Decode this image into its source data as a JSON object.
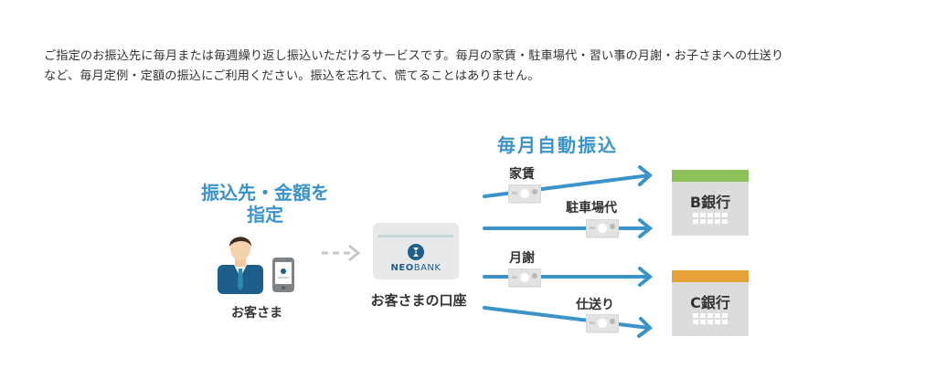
{
  "intro": {
    "line1": "ご指定のお振込先に毎月または毎週繰り返し振込いただけるサービスです。毎月の家賃・駐車場代・習い事の月謝・お子さまへの仕送り",
    "line2": "など、毎月定例・定額の振込にご利用ください。振込を忘れて、慌てることはありません。"
  },
  "diagram": {
    "left_title_line1": "振込先・金額を",
    "left_title_line2": "指定",
    "customer_label": "お客さま",
    "account_label": "お客さまの口座",
    "account_logo_bold": "NEO",
    "account_logo_light": "BANK",
    "auto_title": "毎月自動振込",
    "transfers": [
      {
        "label": "家賃",
        "target": "B銀行"
      },
      {
        "label": "駐車場代",
        "target": "B銀行"
      },
      {
        "label": "月謝",
        "target": "C銀行"
      },
      {
        "label": "仕送り",
        "target": "C銀行"
      }
    ],
    "banks": [
      {
        "name": "B銀行",
        "color": "#8ec15a"
      },
      {
        "name": "C銀行",
        "color": "#e8a23a"
      }
    ],
    "accent_color": "#3a93c9"
  }
}
